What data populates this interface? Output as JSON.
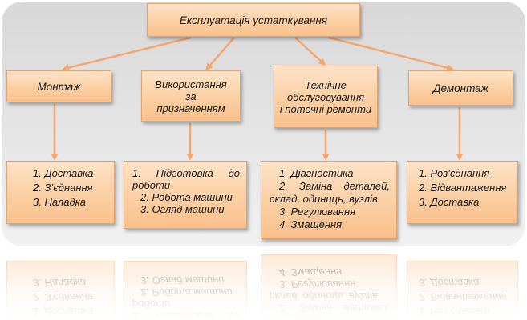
{
  "diagram": {
    "root": "Експлуатація устаткування",
    "branches": [
      {
        "title": [
          "Монтаж"
        ],
        "items": [
          "1. Доставка",
          "2. З’єднання",
          "3. Наладка"
        ]
      },
      {
        "title": [
          "Використання",
          "за",
          "призначенням"
        ],
        "items": [
          "1.   Підготовка   до",
          "роботи",
          "2. Робота машини",
          "3. Огляд машини"
        ]
      },
      {
        "title": [
          "Технічне",
          "обслуговування",
          "і поточні ремонти"
        ],
        "items": [
          "1. Діагностика",
          "2.   Заміна   деталей,",
          "склад. одиниць, вузлів",
          "3. Регулювання",
          "4. Змащення"
        ]
      },
      {
        "title": [
          "Демонтаж"
        ],
        "items": [
          "1. Роз’єднання",
          "2. Відвантаження",
          "3. Доставка"
        ]
      }
    ]
  },
  "colors": {
    "box_fill": "#fbcfa3",
    "box_border": "#e0a574",
    "connector": "#f2a76e",
    "panel": "#e0e0e0"
  }
}
